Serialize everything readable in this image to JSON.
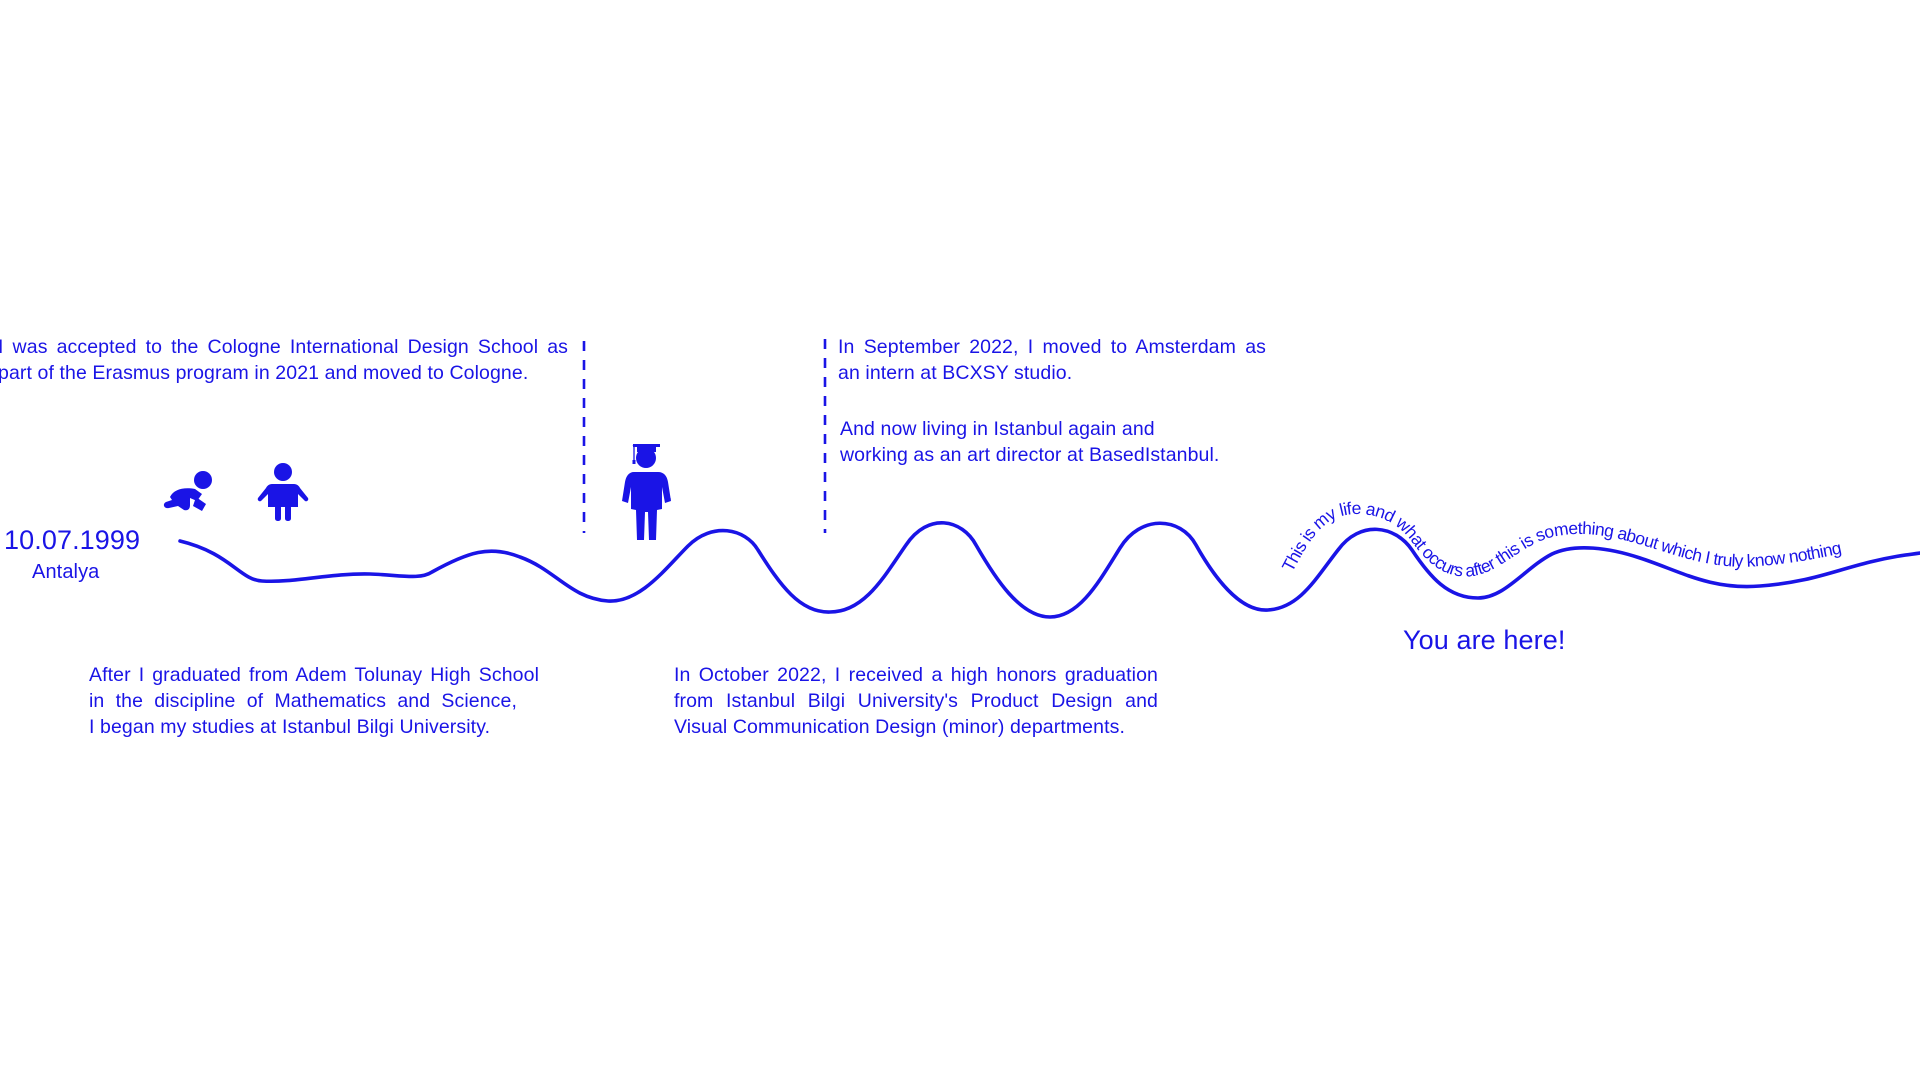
{
  "birth": {
    "date": "10.07.1999",
    "place": "Antalya"
  },
  "events": {
    "cologne": [
      "I was accepted to the Cologne International Design School as",
      "part of the Erasmus program in 2021 and moved to Cologne."
    ],
    "amsterdam": [
      "In September 2022, I moved to Amsterdam as",
      "an intern at BCXSY studio."
    ],
    "istanbul_now": [
      "And now living in Istanbul again and",
      "working as an art director at BasedIstanbul."
    ],
    "highschool": [
      "After I graduated from Adem Tolunay High School",
      "in the discipline of Mathematics and Science,",
      "I began my studies at Istanbul Bilgi University."
    ],
    "bilgi_graduation": [
      "In October 2022, I received a high honors graduation",
      "from Istanbul Bilgi University's Product Design and",
      "Visual Communication Design (minor) departments."
    ]
  },
  "curved_text": "This is my life and what occurs after this is something about which I truly know nothing",
  "you_are_here": "You are here!",
  "icons": [
    "crawling-baby-icon",
    "toddler-icon",
    "graduate-icon"
  ],
  "colors": {
    "accent": "#1a14e6",
    "background": "#ffffff"
  }
}
